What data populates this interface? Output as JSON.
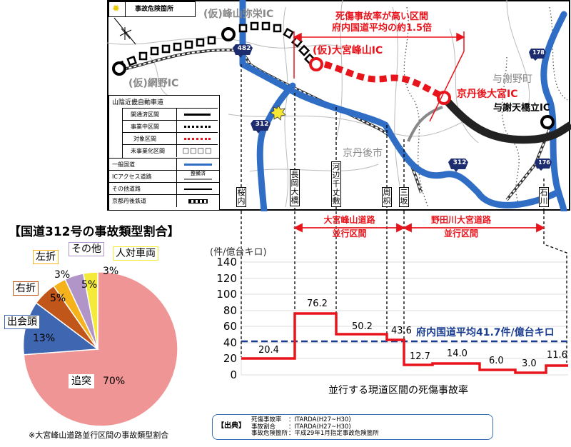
{
  "map": {
    "legend_hazard": "事故危険箇所",
    "ic_labels": {
      "minoyama_yasaka": "(仮)峰山弥栄IC",
      "amino": "(仮)網野IC",
      "omiya_mineyama": "(仮)大宮峰山IC",
      "kyotango_omiya": "京丹後大宮IC",
      "yosa_amanohashidate": "与謝天橋立IC"
    },
    "places": {
      "kyotango_city": "京丹後市",
      "yosano_town": "与謝野町"
    },
    "route_shields": [
      "482",
      "312",
      "312",
      "178",
      "176"
    ],
    "callout": {
      "line1": "死傷事故率が高い区間",
      "line2": "府内国道平均の約1.5倍"
    },
    "location_labels": [
      "桜内",
      "長岡大橋",
      "河辺千丈敷",
      "周枳",
      "三坂",
      "石川"
    ],
    "legend": {
      "expressway_header": "山陰近畿自動車道",
      "items": [
        {
          "label": "開通済区間"
        },
        {
          "label": "事業中区間"
        },
        {
          "label": "対象区間"
        },
        {
          "label": "未事業化区間"
        },
        {
          "label": "一般国道"
        },
        {
          "label": "ICアクセス道路",
          "note": "整備済"
        },
        {
          "label": "その他道路"
        },
        {
          "label": "京都丹後鉄道"
        }
      ]
    }
  },
  "section_labels": [
    {
      "line1": "大宮峰山道路",
      "line2": "並行区間"
    },
    {
      "line1": "野田川大宮道路",
      "line2": "並行区間"
    }
  ],
  "pie": {
    "title": "【国道312号の事故類型割合】",
    "footnote": "※大宮峰山道路並行区間の事故類型割合",
    "slices": [
      {
        "label": "追突",
        "pct": "70%",
        "value": 70,
        "color": "#f09595"
      },
      {
        "label": "出会頭",
        "pct": "13%",
        "value": 13,
        "color": "#3f67b1"
      },
      {
        "label": "右折",
        "pct": "5%",
        "value": 5,
        "color": "#c0561a"
      },
      {
        "label": "左折",
        "pct": "3%",
        "value": 3,
        "color": "#f5b21b"
      },
      {
        "label": "その他",
        "pct": "5%",
        "value": 5,
        "color": "#b195c8"
      },
      {
        "label": "人対車両",
        "pct": "3%",
        "value": 3,
        "color": "#f3ea3a"
      }
    ]
  },
  "step_chart": {
    "unit": "(件/億台キロ)",
    "yticks": [
      "0",
      "20",
      "40",
      "60",
      "80",
      "100",
      "120",
      "140"
    ],
    "avg_label": "府内国道平均41.7件/億台キロ",
    "xlabel": "並行する現道区間の死傷事故率",
    "value_labels": [
      "20.4",
      "76.2",
      "50.2",
      "43.6",
      "12.7",
      "14.0",
      "6.0",
      "3.0",
      "11.6"
    ]
  },
  "source": {
    "bracket": "【出典】",
    "rows": [
      {
        "k": "死傷事故率",
        "v": "：ITARDA(H27~H30)"
      },
      {
        "k": "事故割合",
        "v": "：ITARDA(H27~H30)"
      },
      {
        "k": "事故危険箇所",
        "v": "：平成29年1月指定事故危険箇所"
      }
    ]
  },
  "chart_data": [
    {
      "type": "pie",
      "title": "【国道312号の事故類型割合】",
      "categories": [
        "追突",
        "出会頭",
        "右折",
        "左折",
        "その他",
        "人対車両"
      ],
      "values": [
        70,
        13,
        5,
        3,
        5,
        3
      ],
      "annotations": [
        "※大宮峰山道路並行区間の事故類型割合"
      ]
    },
    {
      "type": "line",
      "title": "並行する現道区間の死傷事故率",
      "xlabel": "並行する現道区間の死傷事故率",
      "ylabel": "(件/億台キロ)",
      "ylim": [
        0,
        140
      ],
      "yticks": [
        0,
        20,
        40,
        60,
        80,
        100,
        120,
        140
      ],
      "grid": true,
      "categories": [
        "桜内–長岡大橋",
        "長岡大橋–河辺千丈敷",
        "河辺千丈敷–周枳",
        "周枳–三坂",
        "三坂–",
        "",
        "",
        "",
        "–石川"
      ],
      "series": [
        {
          "name": "死傷事故率 (step)",
          "values": [
            20.4,
            76.2,
            50.2,
            43.6,
            12.7,
            14.0,
            6.0,
            3.0,
            11.6
          ],
          "color": "#e8141b"
        },
        {
          "name": "府内国道平均",
          "values": [
            41.7
          ],
          "color": "#1b3d8f",
          "style": "dashed"
        }
      ],
      "annotations": [
        "府内国道平均41.7件/億台キロ",
        "大宮峰山道路 並行区間",
        "野田川大宮道路 並行区間"
      ]
    }
  ]
}
